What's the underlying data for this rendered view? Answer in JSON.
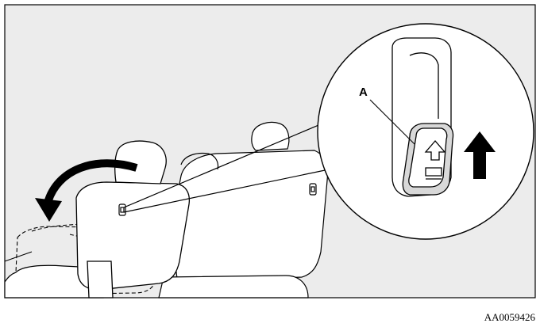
{
  "figure": {
    "callout_label": "A",
    "figure_id": "AA0059426"
  },
  "colors": {
    "background": "#ececec",
    "line": "#000000",
    "seat_fill": "#ffffff",
    "handle_fill": "#d8d8d8"
  },
  "icons": {
    "fold_arrow": "curved-down-arrow",
    "pull_direction": "up-arrow",
    "lever_symbol": "up-arrow-outline"
  }
}
